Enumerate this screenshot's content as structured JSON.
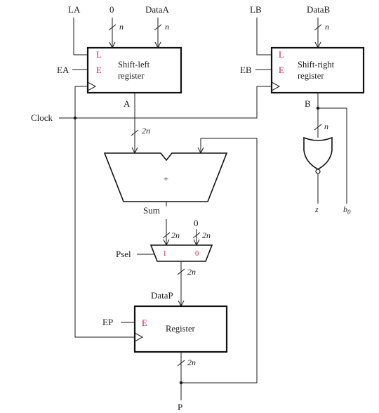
{
  "signals": {
    "la": "LA",
    "zero_top": "0",
    "data_a": "DataA",
    "lb": "LB",
    "data_b": "DataB",
    "ea": "EA",
    "eb": "EB",
    "clock": "Clock",
    "a": "A",
    "b": "B",
    "sum": "Sum",
    "zero_mux": "0",
    "psel": "Psel",
    "data_p": "DataP",
    "ep": "EP",
    "p": "P",
    "z": "z",
    "b0_base": "b",
    "b0_sub": "0"
  },
  "widths": {
    "n": "n",
    "two_n": "2n"
  },
  "blocks": {
    "shift_left": {
      "line1": "Shift-left",
      "line2": "register",
      "l": "L",
      "e": "E"
    },
    "shift_right": {
      "line1": "Shift-right",
      "line2": "register",
      "l": "L",
      "e": "E"
    },
    "adder": {
      "symbol": "+"
    },
    "mux": {
      "in1": "1",
      "in0": "0"
    },
    "register": {
      "label": "Register",
      "e": "E"
    }
  }
}
